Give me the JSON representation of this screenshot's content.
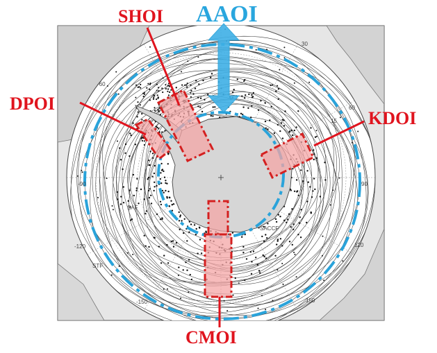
{
  "labels": {
    "aaoi": "AAOI",
    "shoi": "SHOI",
    "dpoi": "DPOI",
    "kdoi": "KDOI",
    "cmoi": "CMOI"
  },
  "front_labels": {
    "saf": "SAF",
    "stf": "STF",
    "saccf": "SACCF"
  },
  "longitude_ticks": {
    "t150w": "-150",
    "t120w": "-120",
    "t60w": "-60",
    "t90w": "-90",
    "t30e": "30",
    "t60e": "60",
    "t90e": "90",
    "t120e": "120",
    "t150e": "150",
    "c15": "15"
  },
  "colors": {
    "label_red": "#e0141e",
    "label_blue": "#29a6de",
    "box_fill": "#f4a6a6",
    "box_stroke": "#d42020",
    "circle_blue": "#2aa3da",
    "land": "#d9d9d9",
    "ocean": "#ffffff",
    "frame_bg": "#eeeeee"
  },
  "icons": {
    "aaoi_arrow": "double-headed-arrow-icon"
  }
}
